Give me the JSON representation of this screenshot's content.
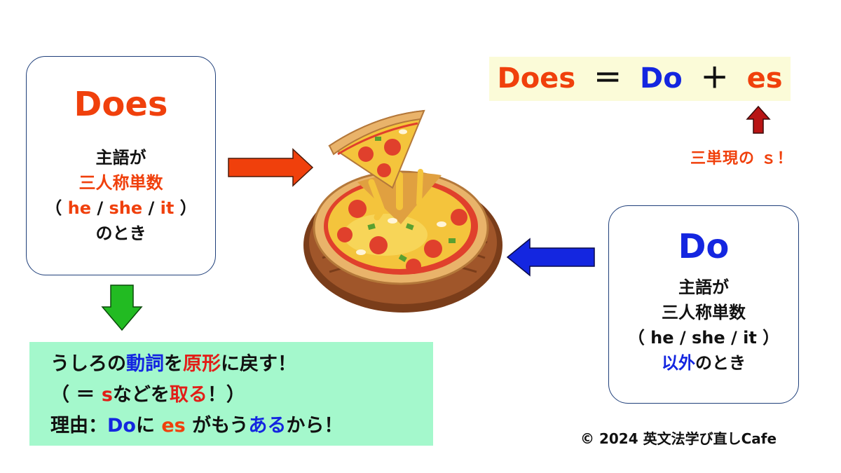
{
  "does_box": {
    "title": "Does",
    "line1": "主語が",
    "line2": "三人称単数",
    "line3": {
      "open": "（",
      "he": "he",
      "slash1": "/",
      "she": "she",
      "slash2": "/",
      "it": "it",
      "close": "）"
    },
    "line4": "のとき"
  },
  "do_box": {
    "title": "Do",
    "line1": "主語が",
    "line2": "三人称単数",
    "line3": "（ he / she / it ）",
    "line4_highlight": "以外",
    "line4_rest": "のとき"
  },
  "formula": {
    "does": "Does",
    "equals": "＝",
    "do": "Do",
    "plus": "＋",
    "es": "es"
  },
  "formula_note": "三単現の ｓ！",
  "note": {
    "row1": {
      "a": "うしろの",
      "b": "動詞",
      "c": "を",
      "d": "原形",
      "e": "に戻す！"
    },
    "row2": {
      "a": "（ ＝ ",
      "b": "s",
      "c": "などを",
      "d": "取る",
      "e": "！）"
    },
    "row3": {
      "a": "理由：",
      "b": "Do",
      "c": "に ",
      "d": "es",
      "e": " がもう",
      "f": "ある",
      "g": "から！"
    }
  },
  "copyright": "© 2024  英文法学び直しCafe",
  "icons": [
    "pizza-illustration",
    "arrow-right-icon",
    "arrow-left-icon",
    "arrow-down-icon",
    "arrow-up-icon"
  ],
  "colors": {
    "orange": "#f0400c",
    "blue": "#1426e0",
    "green_arrow": "#22bb22",
    "note_bg": "#a4f8cc",
    "formula_bg": "#fbfbd8"
  }
}
